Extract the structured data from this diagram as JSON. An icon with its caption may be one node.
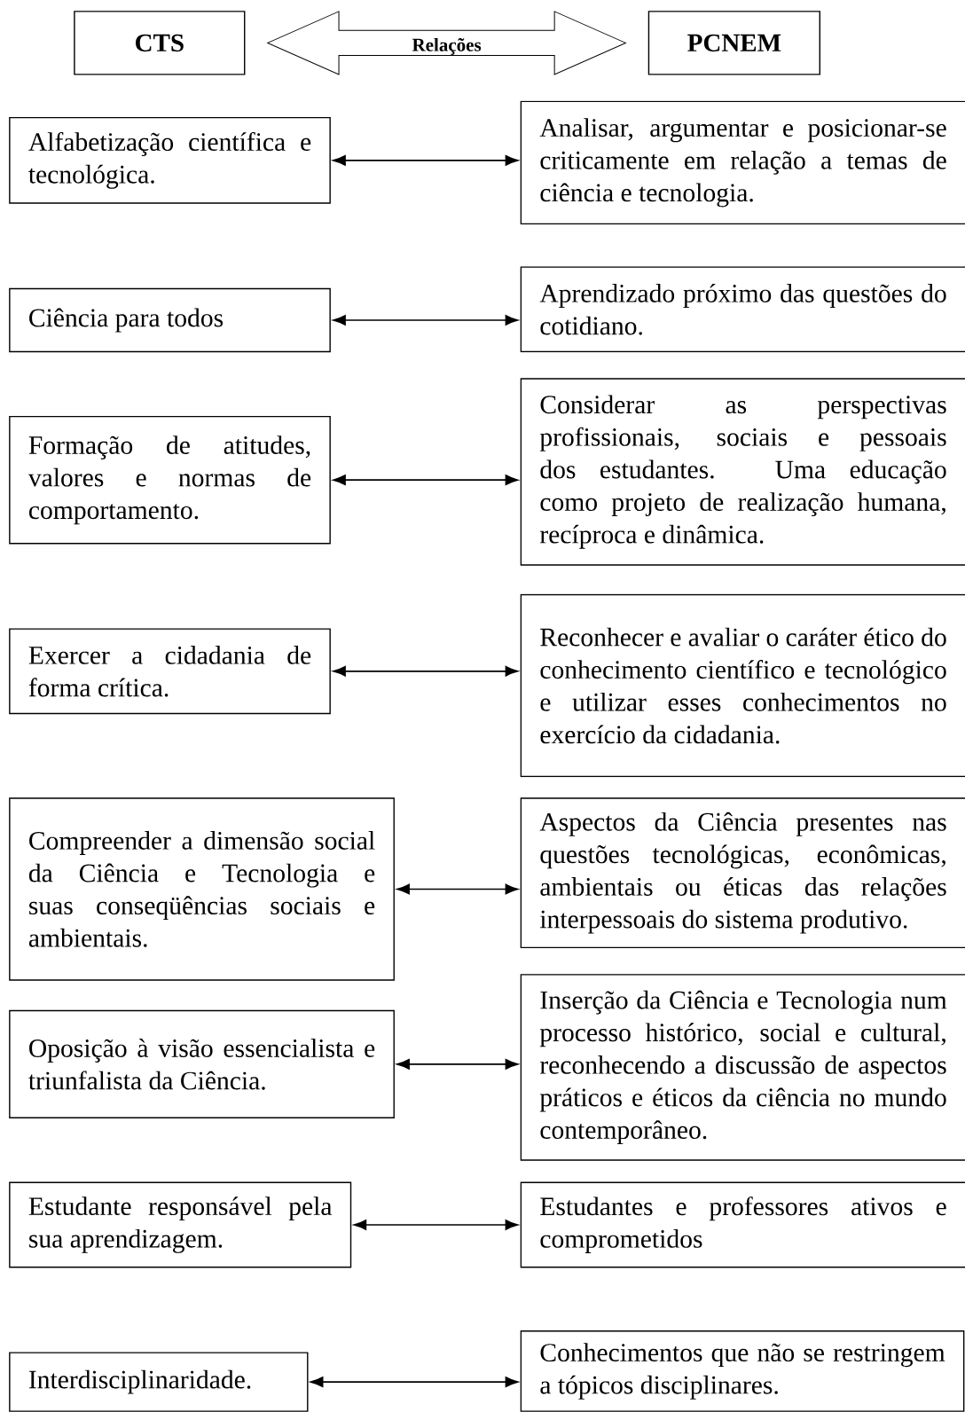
{
  "diagram": {
    "nodes": [
      {
        "text": [
          "CTS"
        ]
      },
      {
        "text": [
          "PCNEM"
        ]
      },
      {
        "text": [
          "Alfabetização científica e tecnológica."
        ]
      },
      {
        "text": [
          "Analisar, argumentar e posicionar-se criticamente em relação a temas de ciência e tecnologia."
        ]
      },
      {
        "text": [
          "Ciência para todos"
        ]
      },
      {
        "text": [
          "Aprendizado próximo das questões do cotidiano."
        ]
      },
      {
        "text": [
          "Formação de atitudes, valores e normas de comportamento."
        ]
      },
      {
        "text": [
          "Considerar as perspectivas profissionais, sociais e pessoais dos estudantes. Uma educação como projeto de realização humana, recíproca e dinâmica."
        ]
      },
      {
        "text": [
          "Exercer a cidadania de forma crítica."
        ]
      },
      {
        "text": [
          "Reconhecer e avaliar o caráter ético do conhecimento científico e tecnológico e utilizar esses conhecimentos no exercício da cidadania."
        ]
      },
      {
        "text": [
          "Compreender a dimensão social da Ciência e Tecnologia e suas conseqüências sociais e ambientais."
        ]
      },
      {
        "text": [
          "Aspectos da Ciência presentes nas questões tecnológicas, econômicas, ambientais ou éticas das relações interpessoais do sistema produtivo."
        ]
      },
      {
        "text": [
          "Oposição à visão essencialista e triunfalista da Ciência."
        ]
      },
      {
        "text": [
          "Inserção da Ciência e Tecnologia num processo histórico, social e cultural, reconhecendo a discussão de aspectos práticos e éticos da ciência no mundo contemporâneo."
        ]
      },
      {
        "text": [
          "Estudante responsável pela sua aprendizagem."
        ]
      },
      {
        "text": [
          "Estudantes e professores ativos e comprometidos"
        ]
      },
      {
        "text": [
          "Interdisciplinaridade."
        ]
      },
      {
        "text": [
          "Conhecimentos que não se restringem a tópicos disciplinares."
        ]
      }
    ],
    "edges": [
      {
        "from": 0,
        "to": 1,
        "arrow": "both",
        "label": "Relações"
      },
      {
        "from": 2,
        "to": 3,
        "arrow": "both"
      },
      {
        "from": 4,
        "to": 5,
        "arrow": "both"
      },
      {
        "from": 6,
        "to": 7,
        "arrow": "both"
      },
      {
        "from": 8,
        "to": 9,
        "arrow": "both"
      },
      {
        "from": 10,
        "to": 11,
        "arrow": "both"
      },
      {
        "from": 12,
        "to": 13,
        "arrow": "both"
      },
      {
        "from": 14,
        "to": 15,
        "arrow": "both"
      },
      {
        "from": 16,
        "to": 17,
        "arrow": "both"
      }
    ]
  }
}
